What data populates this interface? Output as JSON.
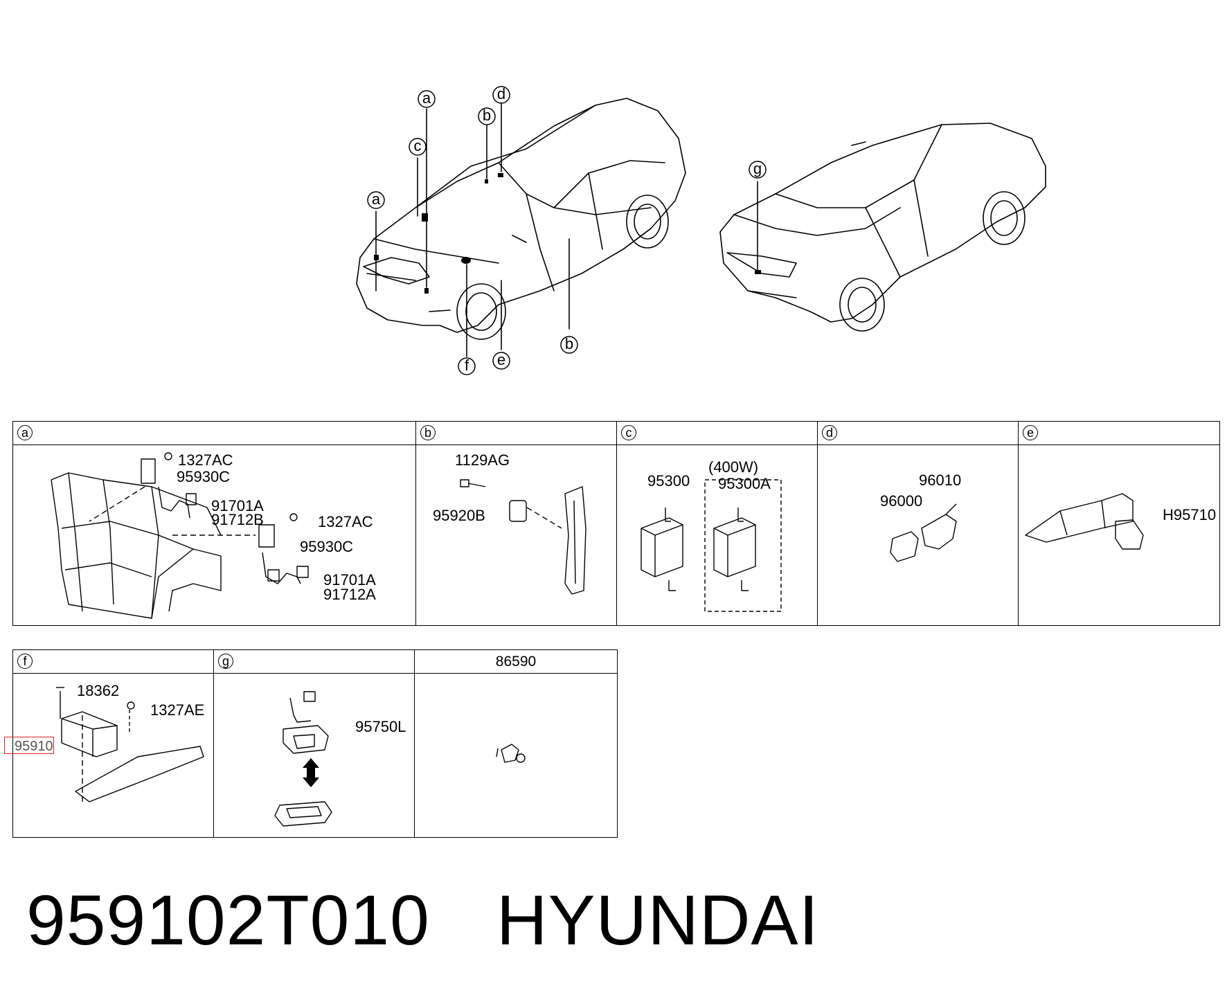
{
  "overview": {
    "callouts_front": [
      "a",
      "b",
      "c",
      "d",
      "a",
      "f",
      "e",
      "b"
    ],
    "callouts_rear": [
      "g"
    ]
  },
  "cells": {
    "a": {
      "tag": "a",
      "labels": [
        "1327AC",
        "95930C",
        "91701A",
        "91712B",
        "1327AC",
        "95930C",
        "91701A",
        "91712A"
      ]
    },
    "b": {
      "tag": "b",
      "labels": [
        "1129AG",
        "95920B"
      ]
    },
    "c": {
      "tag": "c",
      "labels": [
        "95300",
        "(400W)",
        "95300A"
      ]
    },
    "d": {
      "tag": "d",
      "labels": [
        "96010",
        "96000"
      ]
    },
    "e": {
      "tag": "e",
      "labels": [
        "H95710"
      ]
    },
    "f": {
      "tag": "f",
      "labels": [
        "18362",
        "1327AE"
      ]
    },
    "g": {
      "tag": "g",
      "labels": [
        "95750L"
      ]
    },
    "h": {
      "title": "86590"
    }
  },
  "highlight": {
    "label": "95910"
  },
  "bottom": {
    "part_number": "959102T010",
    "brand": "HYUNDAI"
  },
  "colors": {
    "line": "#000000",
    "highlight": "#e0201e"
  }
}
